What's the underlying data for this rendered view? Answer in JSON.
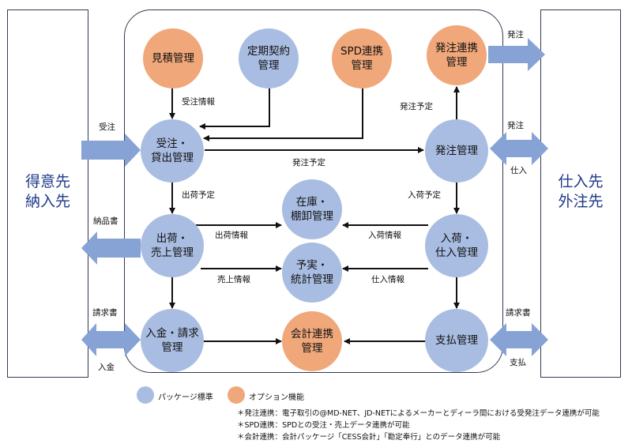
{
  "left_party": "得意先\n納入先",
  "right_party": "仕入先\n外注先",
  "nodes": {
    "mitsumori": "見積管理",
    "teiki": "定期契約\n管理",
    "spd": "SPD連携\n管理",
    "hacchu_renkei": "発注連携\n管理",
    "juchu": "受注・\n貸出管理",
    "hacchu": "発注管理",
    "zaiko": "在庫・\n棚卸管理",
    "shukka": "出荷・\n売上管理",
    "nyuka": "入荷・\n仕入管理",
    "yojitsu": "予実・\n統計管理",
    "nyukin": "入金・請求\n管理",
    "kaikei": "会計連携\n管理",
    "shiharai": "支払管理"
  },
  "flows": {
    "juchu_joho": "受注情報",
    "hacchu_yotei_mid": "発注予定",
    "hacchu_yotei_up": "発注予定",
    "shukka_yotei": "出荷予定",
    "nyuka_yotei": "入荷予定",
    "shukka_joho": "出荷情報",
    "nyuka_joho": "入荷情報",
    "uriage_joho": "売上情報",
    "shiire_joho": "仕入情報"
  },
  "external": {
    "juchu": "受注",
    "nohinsho": "納品書",
    "seikyusho_left": "請求書",
    "nyukin": "入金",
    "hacchu_top": "発注",
    "hacchu_mid": "発注",
    "shiire": "仕入",
    "seikyusho_right": "請求書",
    "shiharai": "支払"
  },
  "legend": {
    "standard": "パッケージ標準",
    "option": "オプション機能"
  },
  "notes": [
    "＊発注連携：電子取引の@MD-NET、JD-NETによるメーカーとディーラ間における受発注データ連携が可能",
    "＊SPD連携：SPDとの受注・売上データ連携が可能",
    "＊会計連携：会計パッケージ「CESS会計」「勘定奉行」とのデータ連携が可能"
  ],
  "colors": {
    "standard": "#a9bde2",
    "option": "#f0a77a",
    "big_arrow": "#87a3d6",
    "frame": "#333a52",
    "party_text": "#1f3a8a"
  }
}
